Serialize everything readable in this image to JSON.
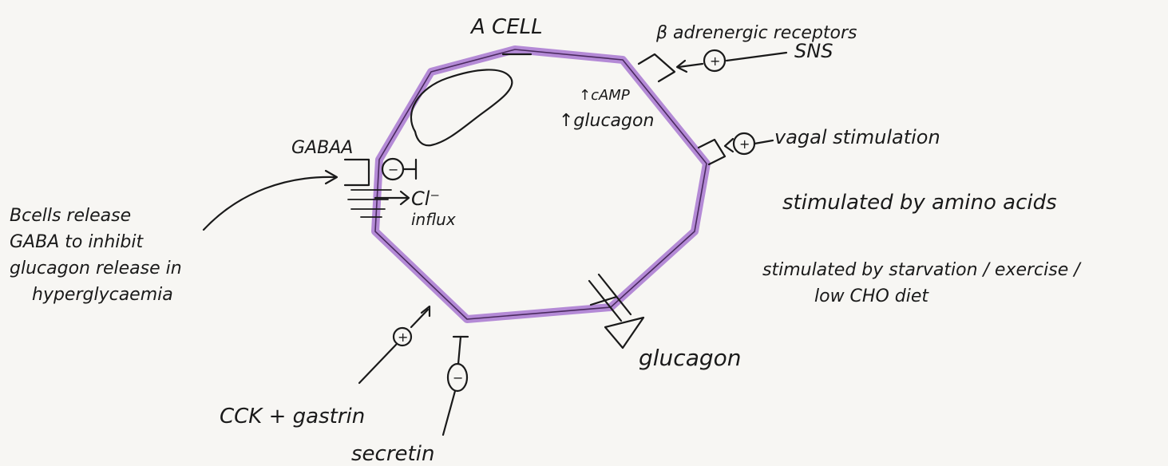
{
  "colors": {
    "membrane_fill": "#b48ad6",
    "membrane_edge": "#4a2a5e",
    "ink": "#1a1a1a",
    "paper": "#f7f6f3"
  },
  "cell": {
    "title": "A CELL",
    "inside_line1": "↑cAMP",
    "inside_line2": "↑glucagon"
  },
  "receptors": {
    "beta_label": "β adrenergic receptors",
    "sns_label": "SNS",
    "sns_sign": "+",
    "vagal_label": "vagal stimulation",
    "vagal_sign": "+",
    "gaba_label": "GABAA",
    "gaba_sign": "−",
    "cl_label": "Cl⁻",
    "influx_label": "influx"
  },
  "notes": {
    "beta_cells_line1": "Bcells release",
    "beta_cells_line2": "GABA to inhibit",
    "beta_cells_line3": "glucagon release in",
    "beta_cells_line4": "hyperglycaemia",
    "amino_acids": "stimulated by amino acids",
    "starvation_line1": "stimulated by starvation / exercise /",
    "starvation_line2": "low CHO diet"
  },
  "outputs": {
    "glucagon": "glucagon"
  },
  "hormones": {
    "cck_label": "CCK + gastrin",
    "cck_sign": "+",
    "secretin_label": "secretin",
    "secretin_sign": "−"
  }
}
